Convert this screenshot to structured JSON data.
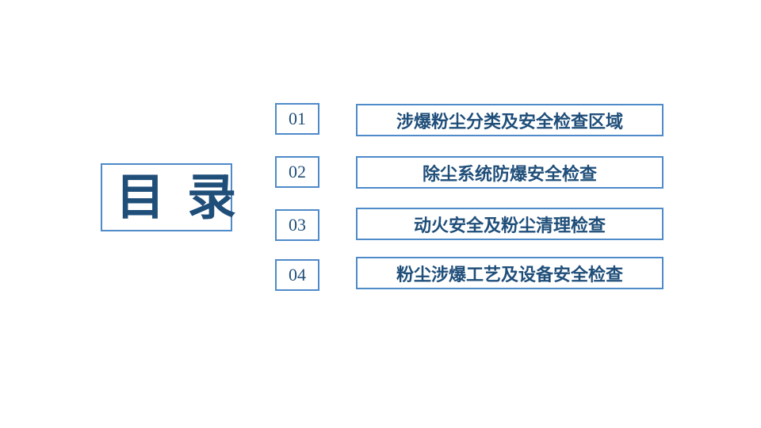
{
  "title": "目录",
  "items": [
    {
      "num": "01",
      "label": "涉爆粉尘分类及安全检查区域"
    },
    {
      "num": "02",
      "label": "除尘系统防爆安全检查"
    },
    {
      "num": "03",
      "label": "动火安全及粉尘清理检查"
    },
    {
      "num": "04",
      "label": "粉尘涉爆工艺及设备安全检查"
    }
  ],
  "colors": {
    "border": "#4f8ac9",
    "text": "#1f4e79",
    "background": "#ffffff"
  }
}
